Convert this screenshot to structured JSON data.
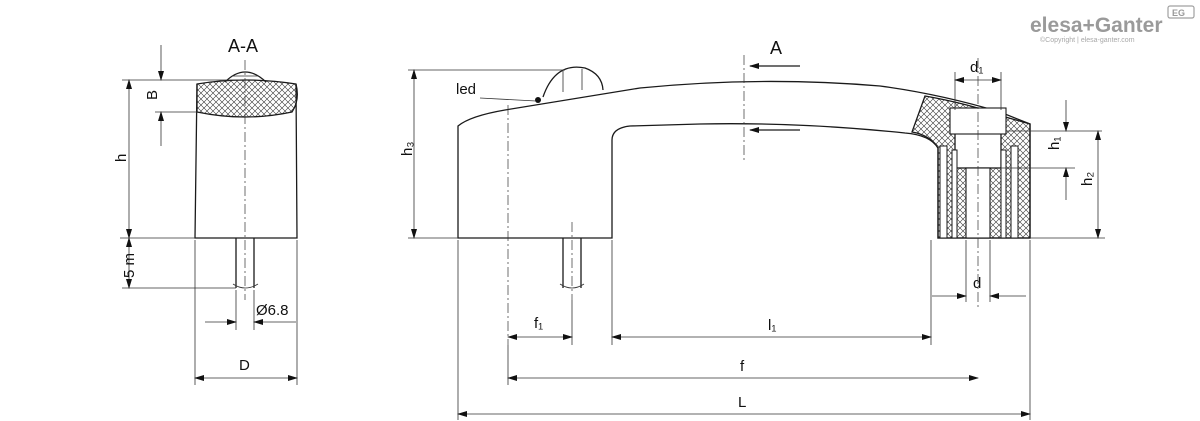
{
  "brand": {
    "logo_text": "elesa+Ganter",
    "badge": "EG",
    "copyright": "©Copyright | elesa-ganter.com"
  },
  "section_view": {
    "title": "A-A",
    "labels": {
      "B": "B",
      "h": "h",
      "thread": "5 m",
      "diameter": "Ø6.8",
      "D": "D"
    }
  },
  "main_view": {
    "labels": {
      "A": "A",
      "led": "led",
      "h3": "h₃",
      "d1": "d₁",
      "h1": "h₁",
      "h2": "h₂",
      "d": "d",
      "f1": "f₁",
      "l1": "l₁",
      "f": "f",
      "L": "L"
    }
  }
}
